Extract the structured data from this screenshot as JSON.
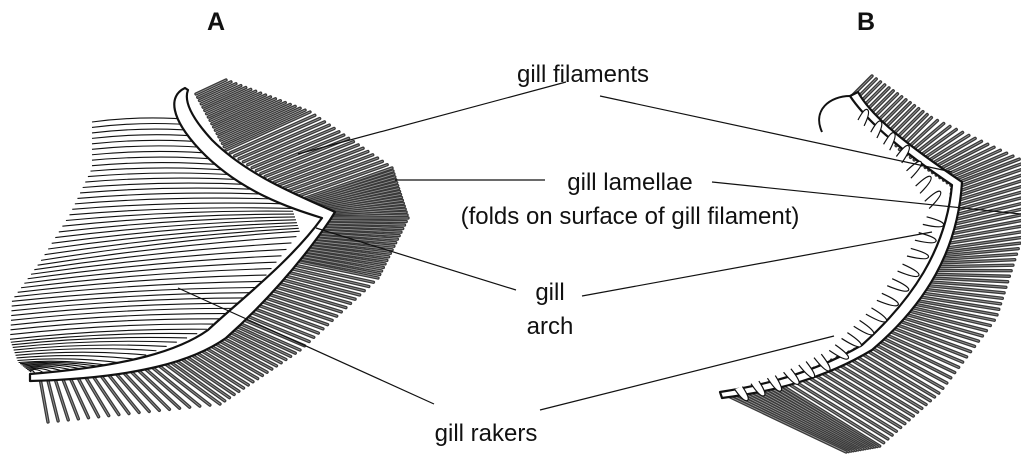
{
  "panels": {
    "a": "A",
    "b": "B"
  },
  "labels": {
    "gill_filaments": "gill filaments",
    "gill_lamellae": "gill lamellae",
    "gill_lamellae_note": "(folds on surface of gill filament)",
    "gill_arch_line1": "gill",
    "gill_arch_line2": "arch",
    "gill_rakers": "gill rakers"
  }
}
